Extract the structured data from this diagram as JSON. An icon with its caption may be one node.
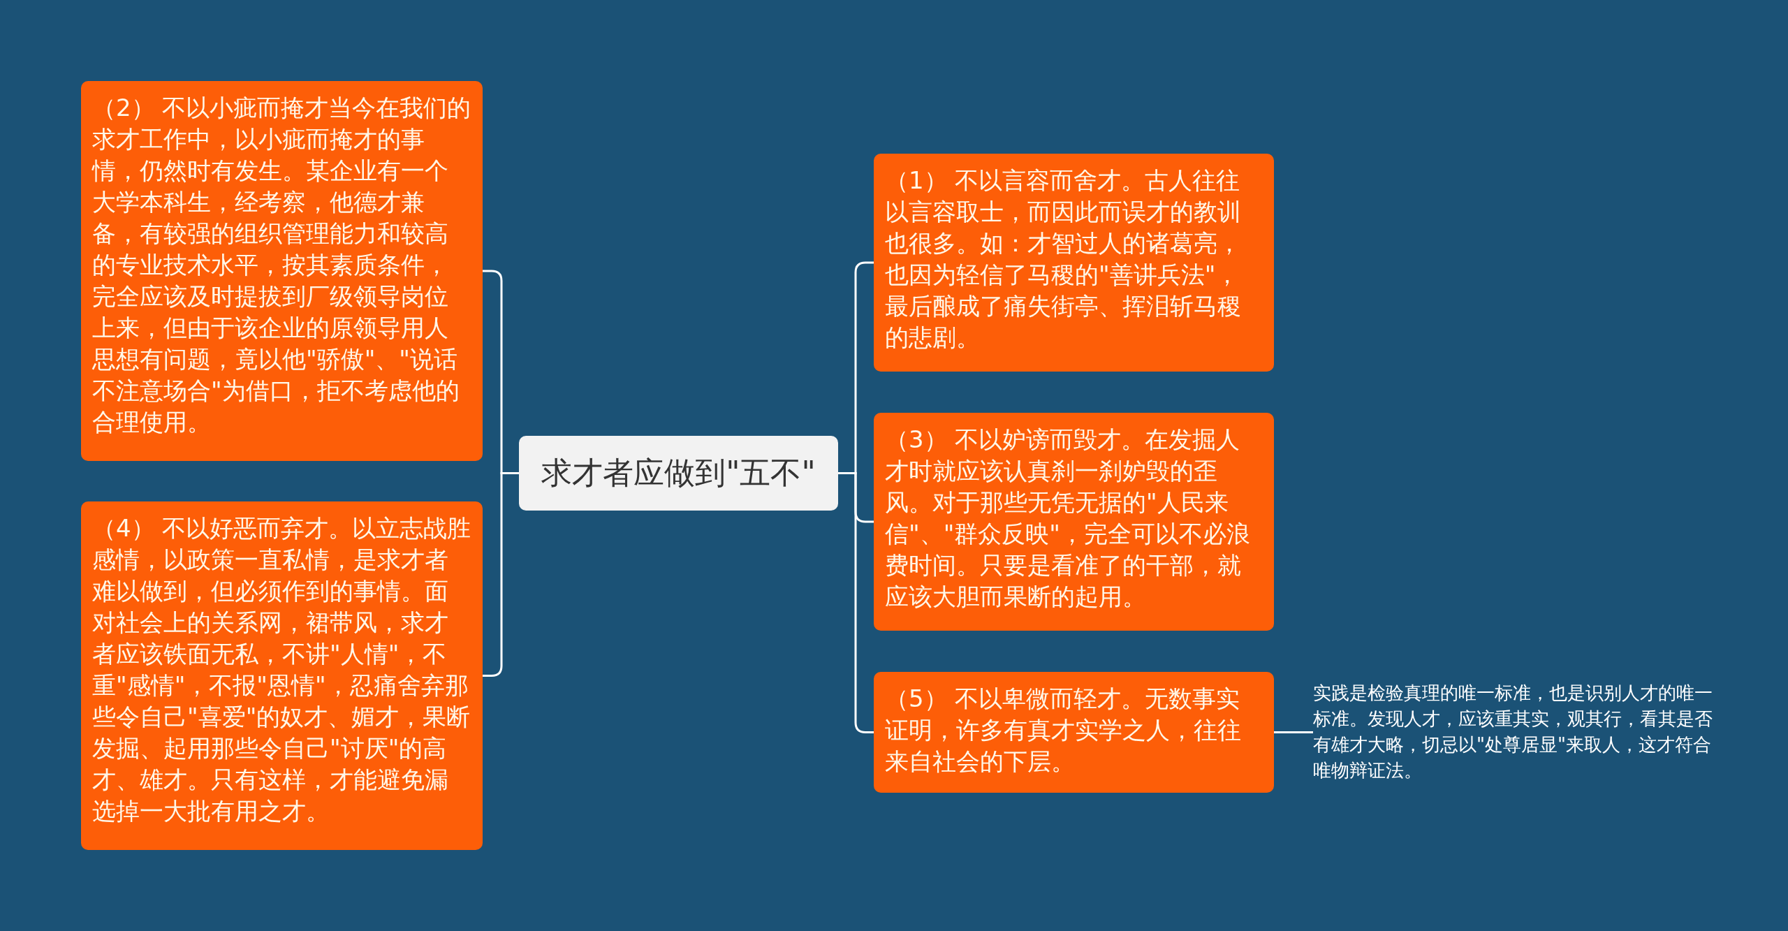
{
  "diagram": {
    "nodes": [
      {
        "text": [
          "求才者应做到\"五不\""
        ]
      },
      {
        "text": [
          "（2） 不以小疵而掩才当今在我们的求才工作中，以小疵而掩才的事情，仍然时有发生。某企业有一个大学本科生，经考察，他德才兼备，有较强的组织管理能力和较高的专业技术水平，按其素质条件，完全应该及时提拔到厂级领导岗位上来，但由于该企业的原领导用人思想有问题，竟以他\"骄傲\"、\"说话不注意场合\"为借口，拒不考虑他的合理使用。"
        ]
      },
      {
        "text": [
          "（4） 不以好恶而弃才。以立志战胜感情，以政策一直私情，是求才者难以做到，但必须作到的事情。面对社会上的关系网，裙带风，求才者应该铁面无私，不讲\"人情\"，不重\"感情\"，不报\"恩情\"，忍痛舍弃那些令自己\"喜爱\"的奴才、媚才，果断发掘、起用那些令自己\"讨厌\"的高才、雄才。只有这样，才能避免漏选掉一大批有用之才。"
        ]
      },
      {
        "text": [
          "（1） 不以言容而舍才。古人往往以言容取士，而因此而误才的教训也很多。如：才智过人的诸葛亮，也因为轻信了马稷的\"善讲兵法\"，最后酿成了痛失街亭、挥泪斩马稷的悲剧。"
        ]
      },
      {
        "text": [
          "（3） 不以妒谤而毁才。在发掘人才时就应该认真刹一刹妒毁的歪风。对于那些无凭无据的\"人民来信\"、\"群众反映\"，完全可以不必浪费时间。只要是看准了的干部，就应该大胆而果断的起用。"
        ]
      },
      {
        "text": [
          "（5） 不以卑微而轻才。无数事实证明，许多有真才实学之人，往往来自社会的下层。"
        ]
      },
      {
        "text": [
          "实践是检验真理的唯一标准，也是识别人才的唯一标准。发现人才，应该重其实，观其行，看其是否有雄才大略，切忌以\"处尊居显\"来取人，这才符合唯物辩证法。"
        ]
      }
    ],
    "edges": [
      {
        "from": 0,
        "to": 1,
        "arrow": "none"
      },
      {
        "from": 0,
        "to": 2,
        "arrow": "none"
      },
      {
        "from": 0,
        "to": 3,
        "arrow": "none"
      },
      {
        "from": 0,
        "to": 4,
        "arrow": "none"
      },
      {
        "from": 0,
        "to": 5,
        "arrow": "none"
      },
      {
        "from": 5,
        "to": 6,
        "arrow": "none"
      }
    ]
  }
}
